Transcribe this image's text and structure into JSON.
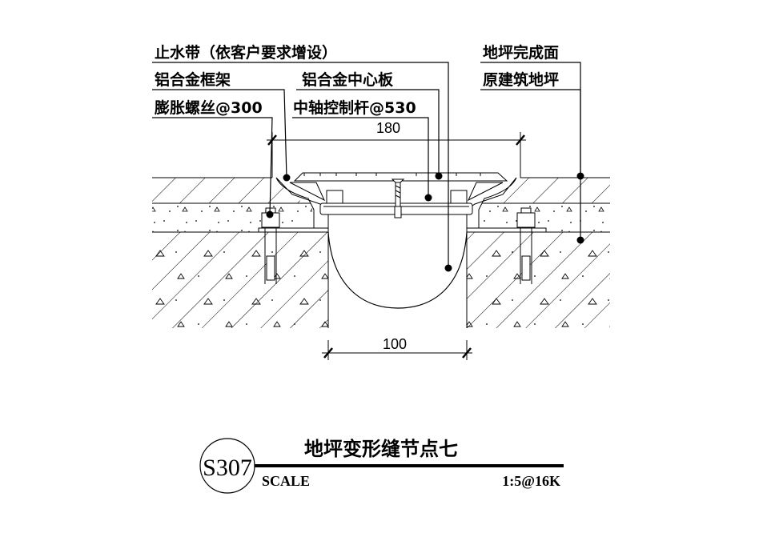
{
  "labels": {
    "water_stop": "止水带（依客户要求增设）",
    "alu_frame": "铝合金框架",
    "expansion_bolt": "膨胀螺丝@300",
    "alu_center_plate": "铝合金中心板",
    "center_rod": "中轴控制杆@530",
    "finished_floor": "地坪完成面",
    "original_floor": "原建筑地坪"
  },
  "dimensions": {
    "top": "180",
    "bottom": "100"
  },
  "title_block": {
    "number": "S307",
    "title": "地坪变形缝节点七",
    "scale_label": "SCALE",
    "scale_value": "1:5@16K"
  }
}
